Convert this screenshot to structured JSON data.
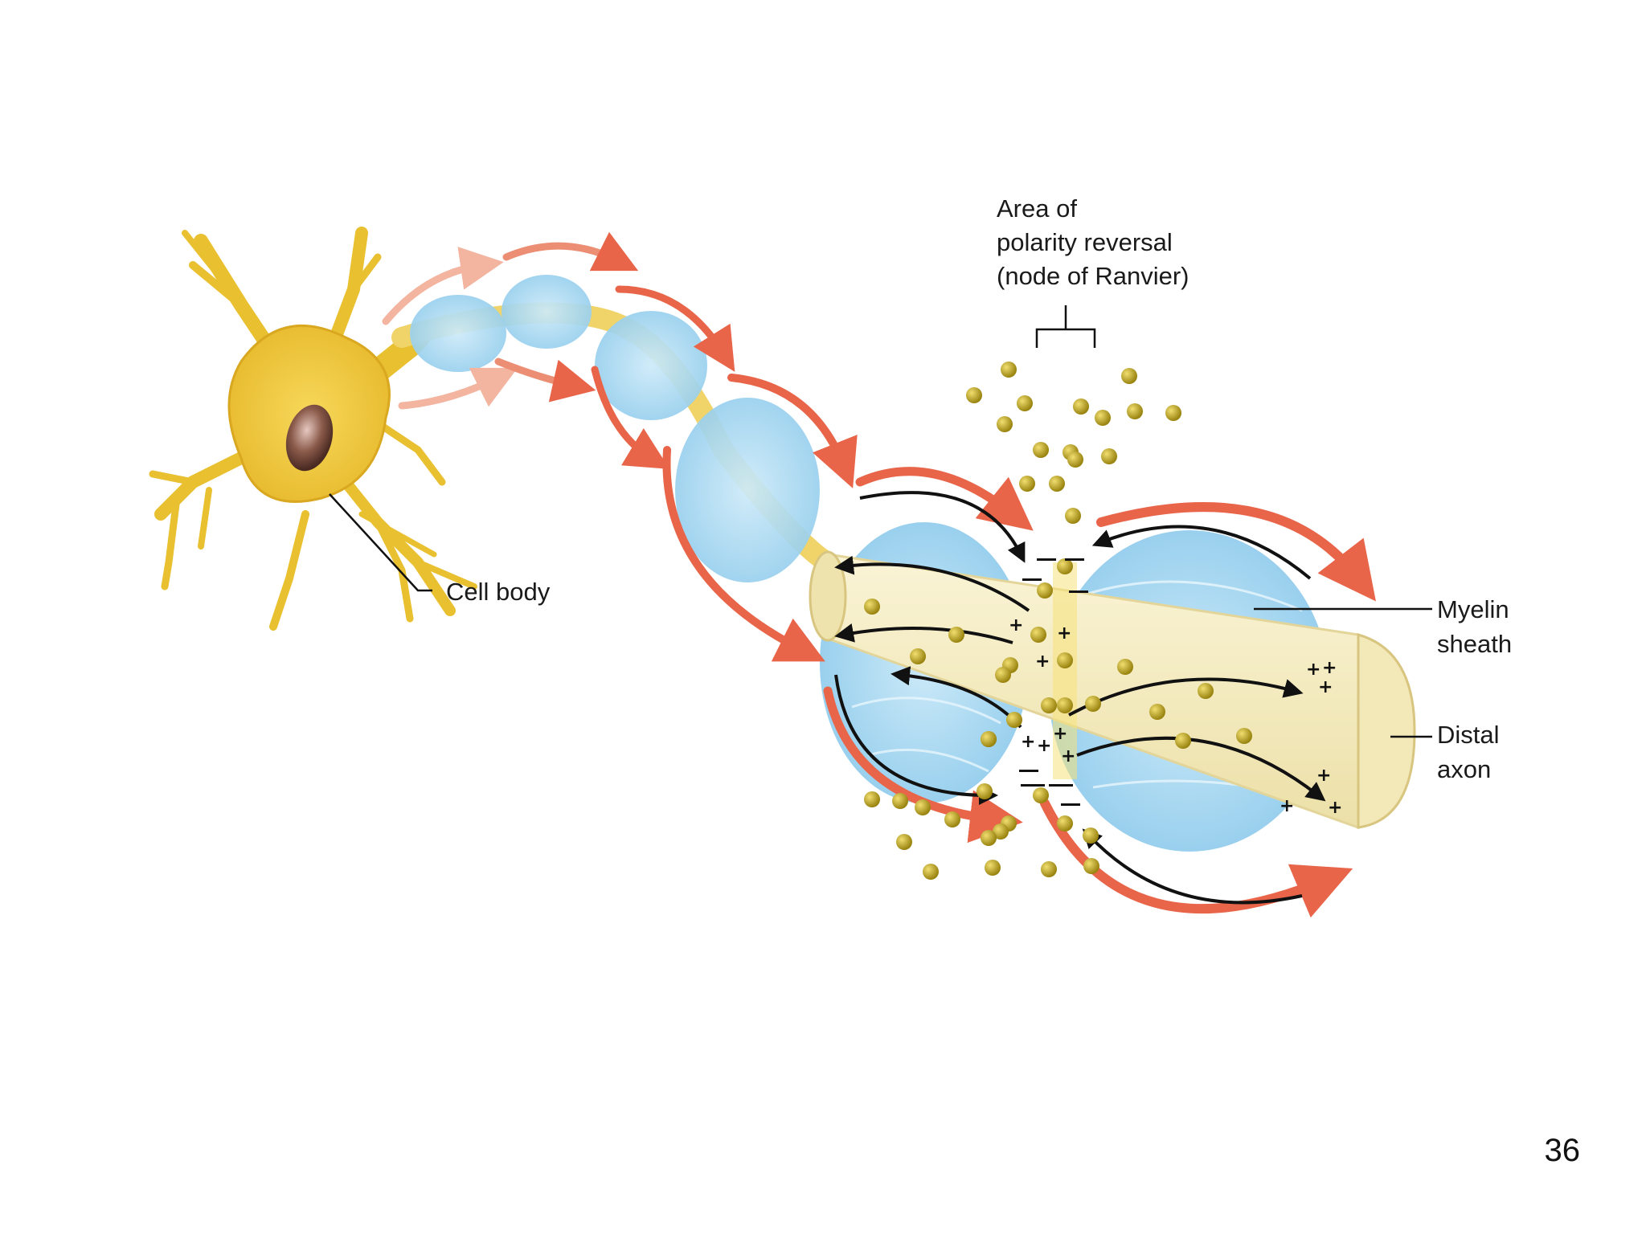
{
  "labels": {
    "node_line1": "Area of",
    "node_line2": "polarity reversal",
    "node_line3": "(node of Ranvier)",
    "cell_body": "Cell body",
    "myelin_line1": "Myelin",
    "myelin_line2": "sheath",
    "distal_line1": "Distal",
    "distal_line2": "axon"
  },
  "slide_number": "36",
  "colors": {
    "cell_body": "#f0c83a",
    "nucleus": "#7a5040",
    "myelin": "#a8d8f0",
    "axon": "#f6efc4",
    "current_arrow": "#e8654a",
    "ion": "#b8a020"
  }
}
